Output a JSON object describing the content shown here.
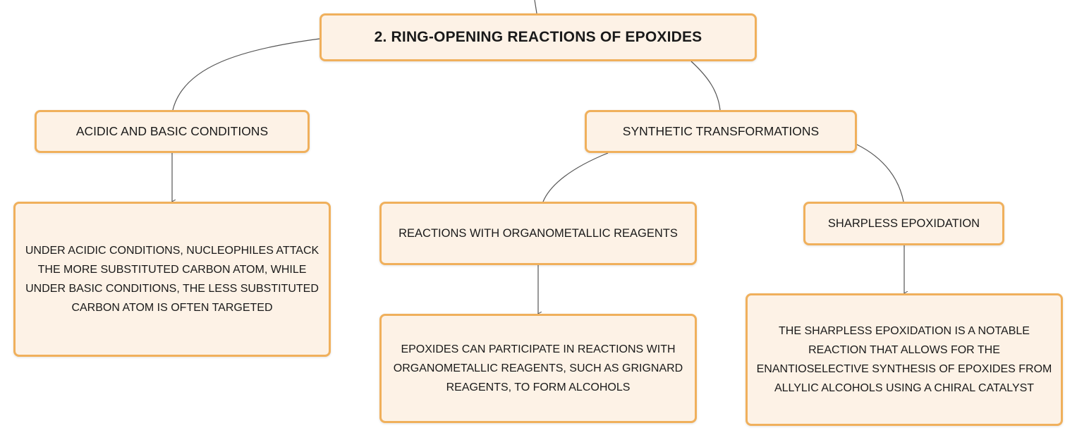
{
  "diagram": {
    "root": {
      "label": "2. RING-OPENING REACTIONS OF EPOXIDES"
    },
    "acidic_basic": {
      "label": "ACIDIC AND BASIC CONDITIONS",
      "detail": "UNDER ACIDIC CONDITIONS, NUCLEOPHILES ATTACK THE MORE SUBSTITUTED CARBON ATOM, WHILE UNDER BASIC CONDITIONS, THE LESS SUBSTITUTED CARBON ATOM IS OFTEN TARGETED"
    },
    "synthetic": {
      "label": "SYNTHETIC TRANSFORMATIONS",
      "organometallic": {
        "label": "REACTIONS WITH ORGANOMETALLIC REAGENTS",
        "detail": "EPOXIDES CAN PARTICIPATE IN REACTIONS WITH ORGANOMETALLIC REAGENTS, SUCH AS GRIGNARD REAGENTS, TO FORM ALCOHOLS"
      },
      "sharpless": {
        "label": "SHARPLESS EPOXIDATION",
        "detail": "THE SHARPLESS EPOXIDATION IS A NOTABLE REACTION THAT ALLOWS FOR THE ENANTIOSELECTIVE SYNTHESIS OF EPOXIDES FROM ALLYLIC ALCOHOLS USING A CHIRAL CATALYST"
      }
    },
    "colors": {
      "node_fill": "#fdf2e6",
      "node_border": "#f0b05c",
      "edge": "#555555"
    }
  }
}
